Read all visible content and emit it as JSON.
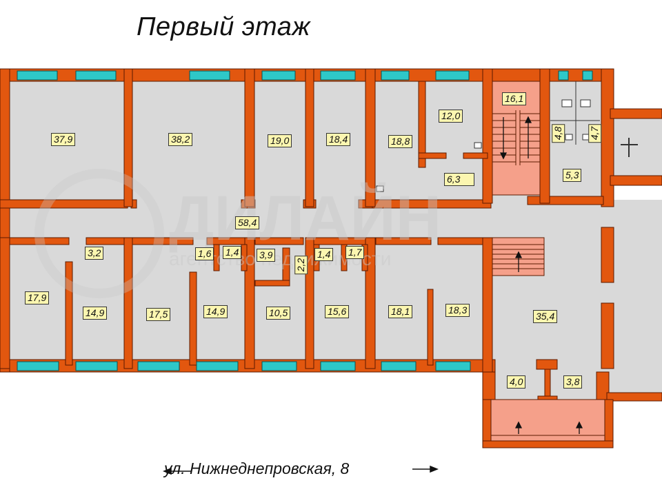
{
  "title": "Первый этаж",
  "street_caption": "ул. Нижнеднепровская, 8",
  "watermark": {
    "main": "ДИЛАЙН",
    "sub": "агентство недвижимости"
  },
  "colors": {
    "wall": "#e2570f",
    "floor": "#d9d9d9",
    "window": "#2ec8c8",
    "stairs": "#f5a08a",
    "label_bg": "#fbf6b0"
  },
  "rooms": [
    {
      "id": "r1",
      "area": "37,9"
    },
    {
      "id": "r2",
      "area": "38,2"
    },
    {
      "id": "r3",
      "area": "19,0"
    },
    {
      "id": "r4",
      "area": "18,4"
    },
    {
      "id": "r5",
      "area": "18,8"
    },
    {
      "id": "r6",
      "area": "12,0"
    },
    {
      "id": "r7",
      "area": "6,3"
    },
    {
      "id": "r8",
      "area": "16,1"
    },
    {
      "id": "r9",
      "area": "4,8"
    },
    {
      "id": "r10",
      "area": "4,7"
    },
    {
      "id": "r11",
      "area": "5,3"
    },
    {
      "id": "r12",
      "area": "58,4"
    },
    {
      "id": "r13",
      "area": "3,2"
    },
    {
      "id": "r14",
      "area": "1,6"
    },
    {
      "id": "r15",
      "area": "1,4"
    },
    {
      "id": "r16",
      "area": "3,9"
    },
    {
      "id": "r17",
      "area": "2,2"
    },
    {
      "id": "r18",
      "area": "1,4"
    },
    {
      "id": "r19",
      "area": "1,7"
    },
    {
      "id": "r20",
      "area": "17,9"
    },
    {
      "id": "r21",
      "area": "14,9"
    },
    {
      "id": "r22",
      "area": "17,5"
    },
    {
      "id": "r23",
      "area": "14,9"
    },
    {
      "id": "r24",
      "area": "10,5"
    },
    {
      "id": "r25",
      "area": "15,6"
    },
    {
      "id": "r26",
      "area": "18,1"
    },
    {
      "id": "r27",
      "area": "18,3"
    },
    {
      "id": "r28",
      "area": "35,4"
    },
    {
      "id": "r29",
      "area": "4,0"
    },
    {
      "id": "r30",
      "area": "3,8"
    }
  ]
}
